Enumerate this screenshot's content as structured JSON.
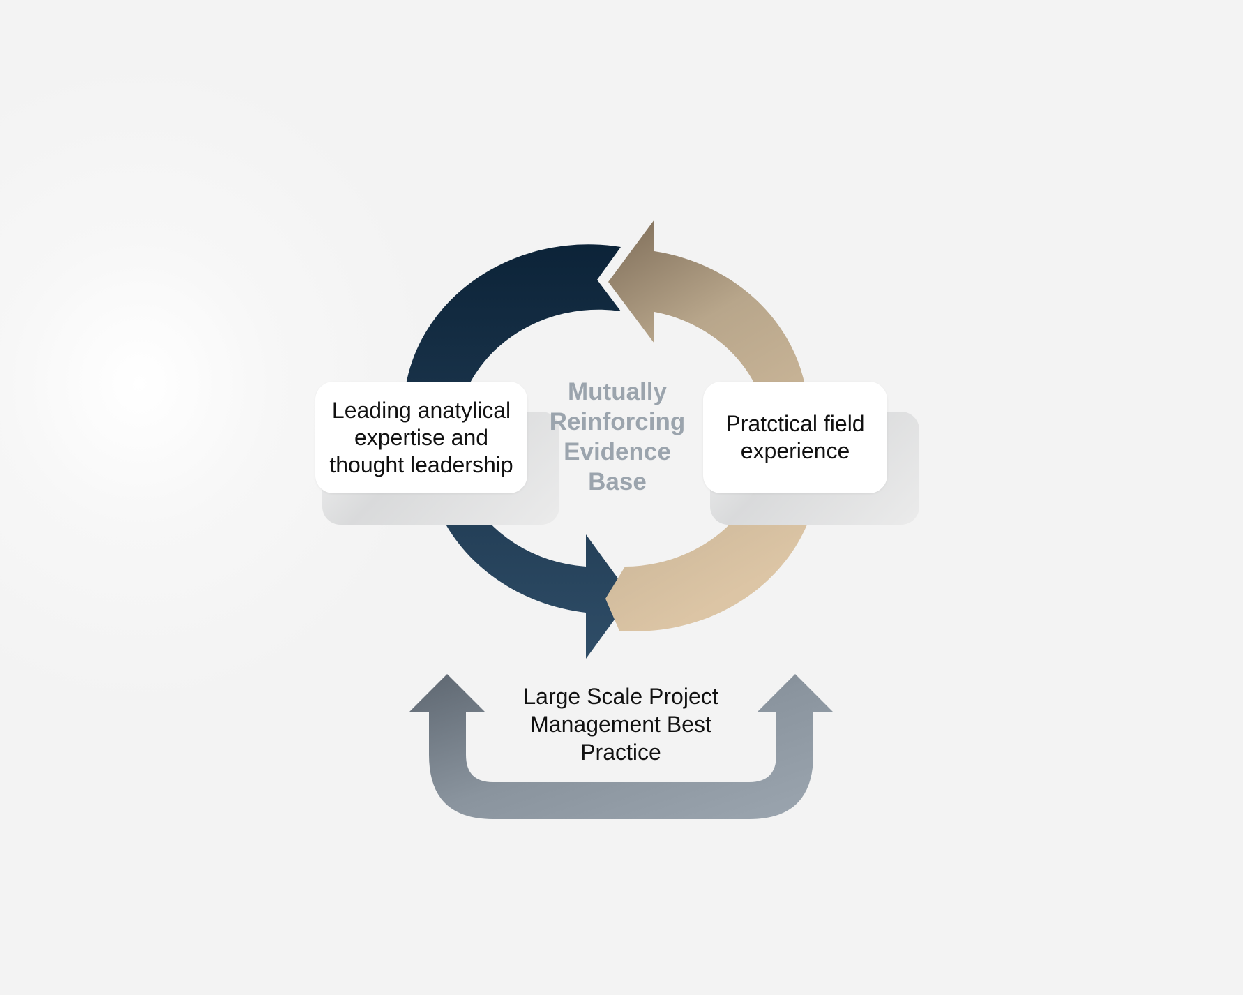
{
  "diagram": {
    "center_label": "Mutually Reinforcing Evidence Base",
    "left_card": "Leading anatylical expertise and thought leadership",
    "right_card": "Pratctical field experience",
    "bottom_label": "Large Scale Project Management Best Practice"
  },
  "colors": {
    "navy_dark": "#0c2338",
    "navy_light": "#2f4d67",
    "tan_dark": "#7d6c58",
    "tan_light": "#dcc5a5",
    "gray_dark": "#6a727b",
    "gray_light": "#9ca6b0",
    "center_text": "#9ba4ad"
  }
}
